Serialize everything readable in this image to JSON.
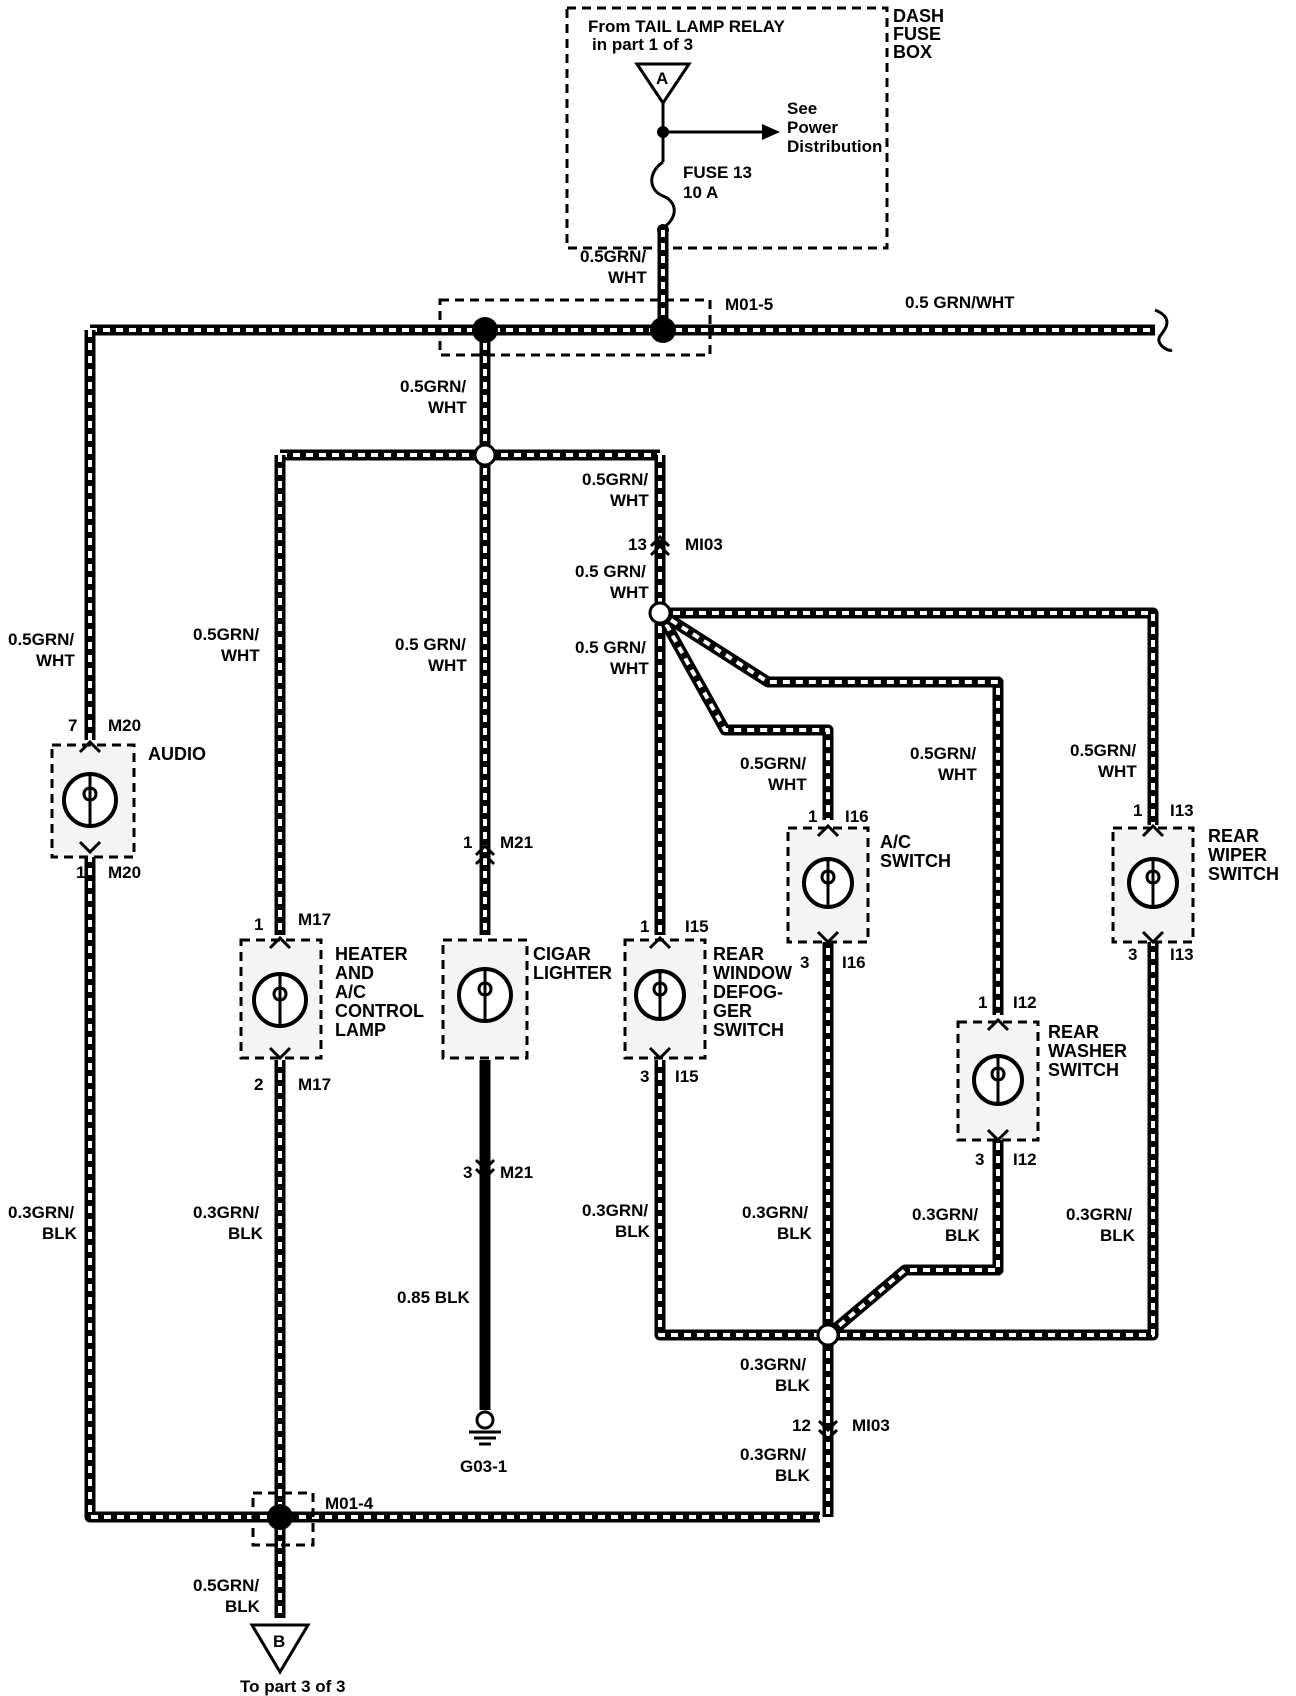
{
  "fuse_box": {
    "name_lines": [
      "DASH",
      "FUSE",
      "BOX"
    ],
    "source_lines": [
      "From TAIL LAMP RELAY",
      "in part 1 of 3"
    ],
    "connector_a": "A",
    "see_lines": [
      "See",
      "Power",
      "Distribution"
    ],
    "fuse_label": "FUSE 13",
    "fuse_rating": "10 A"
  },
  "splices": {
    "m01_5": "M01-5",
    "m01_4": "M01-4"
  },
  "wires": {
    "feed_top": [
      "0.5GRN/",
      "WHT"
    ],
    "main_right": "0.5 GRN/WHT",
    "center_drop": [
      "0.5GRN/",
      "WHT"
    ],
    "mi03_upper": [
      "0.5GRN/",
      "WHT"
    ],
    "mi03_lower": [
      "0.5 GRN/",
      "WHT"
    ],
    "rear_branch": [
      "0.5 GRN/",
      "WHT"
    ],
    "audio_in": [
      "0.5GRN/",
      "WHT"
    ],
    "heater_in": [
      "0.5GRN/",
      "WHT"
    ],
    "cigar_in": [
      "0.5 GRN/",
      "WHT"
    ],
    "ac_in": [
      "0.5GRN/",
      "WHT"
    ],
    "washer_in": [
      "0.5GRN/",
      "WHT"
    ],
    "wiper_in": [
      "0.5GRN/",
      "WHT"
    ],
    "audio_out": [
      "0.3GRN/",
      "BLK"
    ],
    "heater_out": [
      "0.3GRN/",
      "BLK"
    ],
    "defog_out": [
      "0.3GRN/",
      "BLK"
    ],
    "ac_out": [
      "0.3GRN/",
      "BLK"
    ],
    "washer_out": [
      "0.3GRN/",
      "BLK"
    ],
    "wiper_out": [
      "0.3GRN/",
      "BLK"
    ],
    "ground_wire": "0.85 BLK",
    "return_upper": [
      "0.3GRN/",
      "BLK"
    ],
    "return_lower": [
      "0.3GRN/",
      "BLK"
    ],
    "output": [
      "0.5GRN/",
      "BLK"
    ]
  },
  "connectors": {
    "mi03_top_pin": "13",
    "mi03_top": "MI03",
    "mi03_bot_pin": "12",
    "mi03_bot": "MI03"
  },
  "components": [
    {
      "id": "audio",
      "name_lines": [
        "AUDIO"
      ],
      "pin_in": "7",
      "conn_in": "M20",
      "pin_out": "1",
      "conn_out": "M20"
    },
    {
      "id": "heater",
      "name_lines": [
        "HEATER",
        "AND",
        "A/C",
        "CONTROL",
        "LAMP"
      ],
      "pin_in": "1",
      "conn_in": "M17",
      "pin_out": "2",
      "conn_out": "M17"
    },
    {
      "id": "cigar",
      "name_lines": [
        "CIGAR",
        "LIGHTER"
      ],
      "pin_in": "1",
      "conn_in": "M21",
      "pin_out": "3",
      "conn_out": "M21"
    },
    {
      "id": "defog",
      "name_lines": [
        "REAR",
        "WINDOW",
        "DEFOG-",
        "GER",
        "SWITCH"
      ],
      "pin_in": "1",
      "conn_in": "I15",
      "pin_out": "3",
      "conn_out": "I15"
    },
    {
      "id": "ac",
      "name_lines": [
        "A/C",
        "SWITCH"
      ],
      "pin_in": "1",
      "conn_in": "I16",
      "pin_out": "3",
      "conn_out": "I16"
    },
    {
      "id": "washer",
      "name_lines": [
        "REAR",
        "WASHER",
        "SWITCH"
      ],
      "pin_in": "1",
      "conn_in": "I12",
      "pin_out": "3",
      "conn_out": "I12"
    },
    {
      "id": "wiper",
      "name_lines": [
        "REAR",
        "WIPER",
        "SWITCH"
      ],
      "pin_in": "1",
      "conn_in": "I13",
      "pin_out": "3",
      "conn_out": "I13"
    }
  ],
  "ground": "G03-1",
  "output": {
    "connector": "B",
    "text": "To  part 3 of 3"
  }
}
